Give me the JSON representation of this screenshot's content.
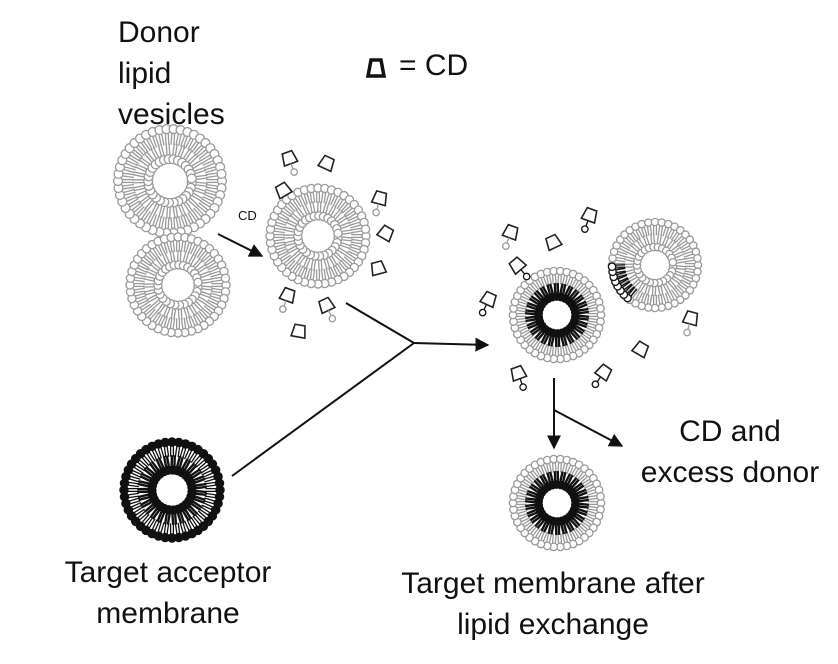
{
  "labels": {
    "donor": [
      "Donor",
      "lipid",
      "vesicles"
    ],
    "legend": "= CD",
    "cd_arrow": "CD",
    "cd_excess": [
      "CD and",
      "excess donor"
    ],
    "target_acceptor": [
      "Target acceptor",
      "membrane"
    ],
    "target_after": [
      "Target membrane after",
      "lipid exchange"
    ]
  },
  "colors": {
    "donor_lipid": "#9a9a9a",
    "acceptor_lipid": "#111111",
    "arrow": "#111111",
    "text": "#111111"
  },
  "icons": {
    "cyclodextrin": "cyclodextrin-icon",
    "vesicle": "lipid-vesicle-icon"
  }
}
